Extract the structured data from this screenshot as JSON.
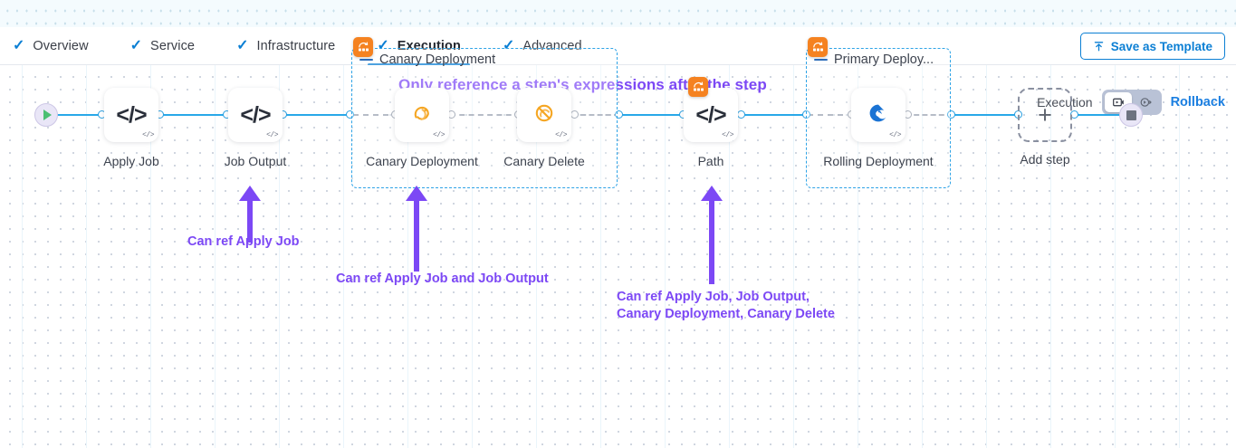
{
  "header": {
    "tabs": [
      {
        "label": "Overview",
        "icon": "check-icon",
        "active": false
      },
      {
        "label": "Service",
        "icon": "check-icon",
        "active": false
      },
      {
        "label": "Infrastructure",
        "icon": "check-icon",
        "active": false
      },
      {
        "label": "Execution",
        "icon": "check-icon",
        "active": true
      },
      {
        "label": "Advanced",
        "icon": "check-icon",
        "active": false
      }
    ],
    "save_template_label": "Save as Template",
    "save_template_icon": "upload-icon"
  },
  "canvas": {
    "headline": "Only reference a step's expressions after the step",
    "execution_label": "Execution",
    "rollback_label": "Rollback",
    "toggle": {
      "left_icon": "execution-view-icon",
      "right_icon": "rollback-view-icon",
      "selected": "left"
    },
    "start_node": {
      "name": "start-node",
      "icon": "play-icon"
    },
    "end_node": {
      "name": "end-node",
      "icon": "stop-icon"
    },
    "add_step": {
      "label": "Add step",
      "icon": "plus-icon"
    },
    "steps": [
      {
        "id": "apply-job",
        "label": "Apply Job",
        "icon": "code-icon",
        "badge": "code-badge"
      },
      {
        "id": "job-output",
        "label": "Job Output",
        "icon": "code-icon",
        "badge": "code-badge"
      },
      {
        "id": "canary-deployment",
        "label": "Canary\nDeployment",
        "icon": "canary-bird-icon",
        "badge": "code-badge"
      },
      {
        "id": "canary-delete",
        "label": "Canary Delete",
        "icon": "canary-delete-icon",
        "badge": "code-badge"
      },
      {
        "id": "path",
        "label": "Path",
        "icon": "code-icon",
        "badge": "code-badge"
      },
      {
        "id": "rolling-deployment",
        "label": "Rolling\nDeployment",
        "icon": "rolling-spiral-icon",
        "badge": "code-badge"
      }
    ],
    "groups": [
      {
        "id": "canary-deployment-group",
        "title": "Canary Deployment",
        "badge_icon": "step-group-icon"
      },
      {
        "id": "primary-deploy-group",
        "title": "Primary Deploy...",
        "badge_icon": "step-group-icon"
      }
    ],
    "annotations": [
      {
        "id": "anno-1",
        "text": "Can ref Apply Job"
      },
      {
        "id": "anno-2",
        "text": "Can ref Apply Job and Job Output"
      },
      {
        "id": "anno-3",
        "text": "Can ref Apply Job, Job Output,\nCanary Deployment, Canary Delete"
      }
    ]
  },
  "colors": {
    "accent_blue": "#0b7fd4",
    "edge_blue": "#29a8e8",
    "annotation_purple": "#7c48f5",
    "group_orange": "#f58220",
    "canary_orange": "#f5a623"
  }
}
